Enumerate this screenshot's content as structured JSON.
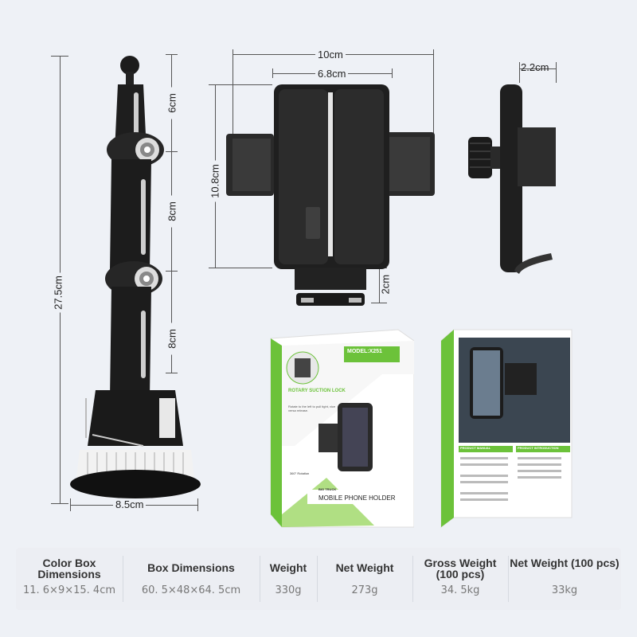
{
  "dimensions": {
    "total_height": "27.5cm",
    "arm_top": "6cm",
    "arm_mid": "8cm",
    "arm_low": "8cm",
    "base_width": "8.5cm",
    "holder_outer_width": "10cm",
    "holder_inner_width": "6.8cm",
    "holder_height": "10.8cm",
    "holder_foot": "2cm",
    "side_depth": "2.2cm"
  },
  "packaging": {
    "model": "MODEL:X251",
    "feature_title": "ROTARY SUCTION LOCK",
    "feature_desc": "Rotate to the left to pull tight, vice versa release.",
    "rotation": "360° Rotation",
    "badge": "BIG TRUCK",
    "product_name": "MOBILE PHONE HOLDER",
    "manual_title": "PRODUCT MANUAL",
    "intro_title": "PRODUCT INTRODUCTION"
  },
  "specs": [
    {
      "header": "Color Box Dimensions",
      "value": "11. 6×9×15. 4cm"
    },
    {
      "header": "Box Dimensions",
      "value": "60. 5×48×64. 5cm"
    },
    {
      "header": "Weight",
      "value": "330g"
    },
    {
      "header": "Net Weight",
      "value": "273g"
    },
    {
      "header": "Gross Weight (100 pcs)",
      "value": "34. 5kg"
    },
    {
      "header": "Net Weight (100 pcs)",
      "value": "33kg"
    }
  ]
}
